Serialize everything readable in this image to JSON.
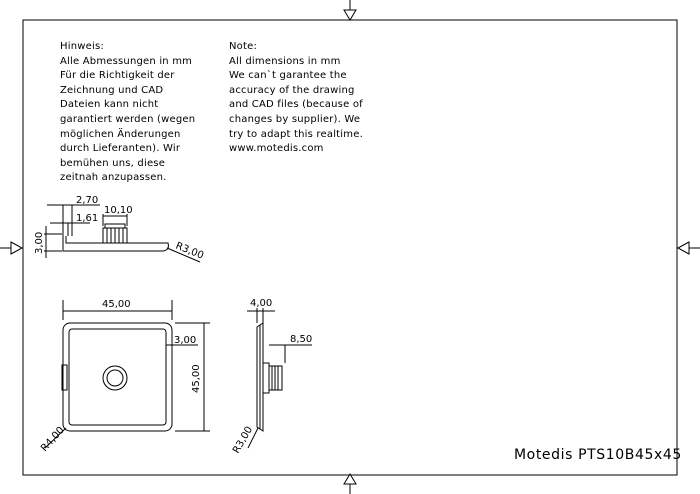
{
  "notes": {
    "german": {
      "lines": [
        "Hinweis:",
        "Alle Abmessungen in mm",
        "Für die Richtigkeit der",
        "Zeichnung und CAD",
        "Dateien kann nicht",
        "garantiert werden (wegen",
        "möglichen Änderungen",
        "durch Lieferanten). Wir",
        "bemühen uns, diese",
        "zeitnah anzupassen."
      ]
    },
    "english": {
      "lines": [
        "Note:",
        "All dimensions in mm",
        "We can`t garantee the",
        "accuracy of the drawing",
        "and CAD files (because of",
        "changes by supplier). We",
        "try to adapt this realtime.",
        "www.motedis.com"
      ]
    }
  },
  "dimensions": {
    "top_view": {
      "dim_a": "2,70",
      "dim_b": "1,61",
      "dim_c": "10,10",
      "dim_d": "3,00",
      "radius": "R3,00"
    },
    "front_view": {
      "width": "45,00",
      "height": "45,00",
      "wall": "3,00",
      "radius": "R4,00"
    },
    "side_view": {
      "thickness": "4,00",
      "stem": "8,50",
      "radius": "R3,00"
    }
  },
  "title_block": {
    "text": "Motedis PTS10B45x45"
  }
}
